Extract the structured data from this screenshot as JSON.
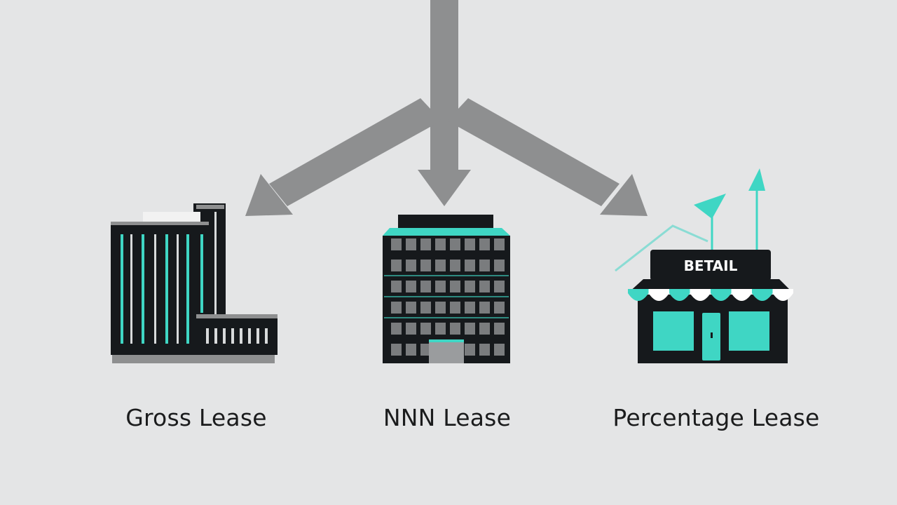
{
  "labels": {
    "gross": "Gross Lease",
    "nnn": "NNN Lease",
    "percentage": "Percentage Lease"
  },
  "retail_sign": "BETAIL",
  "colors": {
    "background": "#e4e5e6",
    "arrow": "#8e8f90",
    "dark": "#16191c",
    "teal": "#3fd6c4",
    "window": "#7a7c7e",
    "text": "#1b1c1d"
  },
  "icons": {
    "gross": "office-building-icon",
    "nnn": "apartment-building-icon",
    "percentage": "retail-store-icon"
  }
}
